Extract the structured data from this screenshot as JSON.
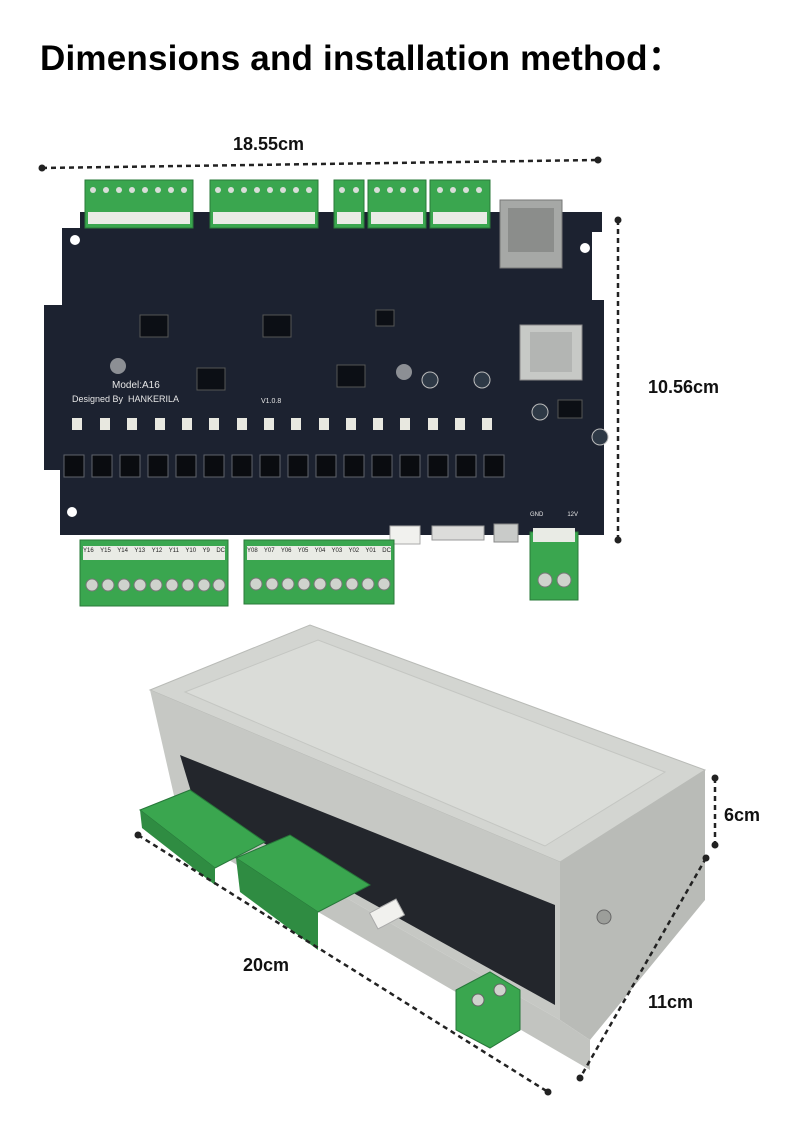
{
  "header": {
    "title": "Dimensions and installation method："
  },
  "dimensions": {
    "board_width": "18.55cm",
    "board_height": "10.56cm",
    "case_length": "20cm",
    "case_depth": "11cm",
    "case_height": "6cm"
  },
  "board": {
    "model": "Model:A16",
    "designer": "Designed By  HANKERILA",
    "version": "V1.0.8",
    "output_labels_left": [
      "Y16",
      "Y15",
      "Y14",
      "Y13",
      "Y12",
      "Y11",
      "Y10",
      "Y9",
      "DC"
    ],
    "output_labels_right": [
      "Y08",
      "Y07",
      "Y06",
      "Y05",
      "Y04",
      "Y03",
      "Y02",
      "Y01",
      "DC"
    ],
    "power_labels": [
      "GND",
      "12V"
    ]
  },
  "colors": {
    "pcb": "#1c2230",
    "terminal": "#3aa64f",
    "case": "#d7d9d5",
    "dim_line": "#222222"
  }
}
